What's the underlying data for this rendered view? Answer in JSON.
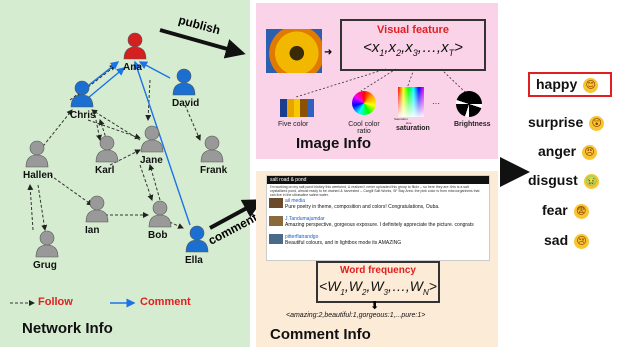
{
  "network": {
    "title": "Network Info",
    "people": [
      "Ana",
      "Chris",
      "David",
      "Hallen",
      "Karl",
      "Jane",
      "Frank",
      "Ian",
      "Bob",
      "Ella",
      "Grug"
    ],
    "legend": {
      "follow": "Follow",
      "comment": "Comment"
    },
    "colors": {
      "follow_text": "#e02020",
      "comment_text": "#e02020",
      "comment_arrow": "#1a73e8"
    }
  },
  "arrows": {
    "publish": "publish",
    "comment": "comment"
  },
  "image_info": {
    "title": "Image Info",
    "feature_title": "Visual feature",
    "features": [
      "Five color",
      "Cool color ratio",
      "saturation",
      "Brightness"
    ],
    "saturation_axis": "Saturation",
    "hue_axis": "Hue"
  },
  "comment_info": {
    "title": "Comment Info",
    "post_title": "salt road & pond",
    "post_text": "I'm working on my salt pond history this weekend, & realized I never uploaded this group to flickr -- so here they are: this is a salt crystallized pond, almost ready to be drained & harvested -- Cargill Salt Works, SF Bay Area. the pink color is from microorganisms that can live in the ultrasaline saline water.",
    "comments": [
      {
        "user": "ail media",
        "text": "Pure poetry in theme, composition and colors! Congratulations, Ouba."
      },
      {
        "user": "J.Tandumajumdar",
        "text": "Amazing perspective, gorgeous exposure. I definitely appreciate the picture. congrats"
      },
      {
        "user": "pitterflatrandgo",
        "text": "Beautiful colours, and in lightbox mode its AMAZING"
      }
    ],
    "word_freq_title": "Word frequency",
    "word_freq_result": "<amazing:2,beautiful:1,gorgeous:1,...pure:1>"
  },
  "emotions": [
    {
      "label": "happy",
      "face": "😊"
    },
    {
      "label": "surprise",
      "face": "😲"
    },
    {
      "label": "anger",
      "face": "😠"
    },
    {
      "label": "disgust",
      "face": "🤢"
    },
    {
      "label": "fear",
      "face": "😨"
    },
    {
      "label": "sad",
      "face": "😢"
    }
  ]
}
